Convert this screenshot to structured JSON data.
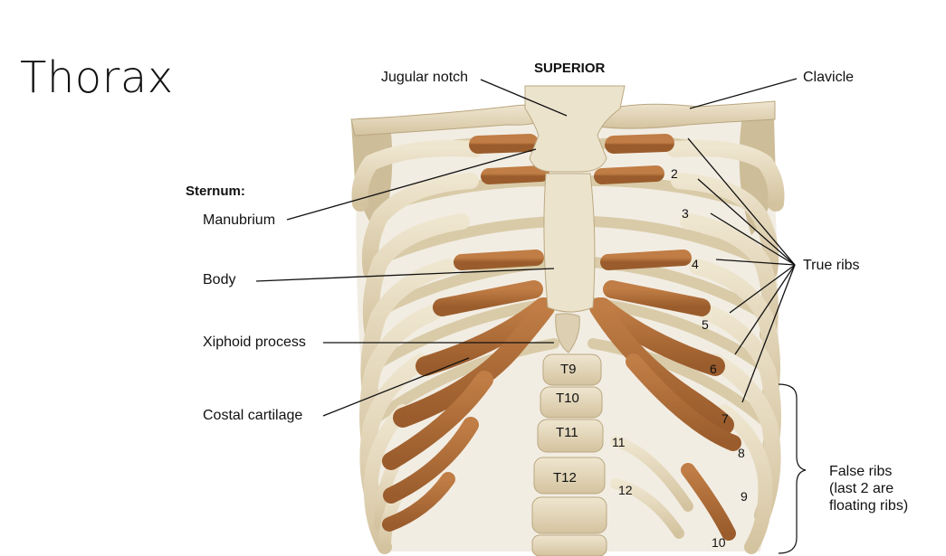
{
  "title": "Thorax",
  "orientation_label": "SUPERIOR",
  "labels": {
    "jugular_notch": "Jugular notch",
    "clavicle": "Clavicle",
    "sternum": "Sternum:",
    "manubrium": "Manubrium",
    "body": "Body",
    "xiphoid": "Xiphoid process",
    "costal_cartilage": "Costal cartilage",
    "true_ribs": "True ribs",
    "false_ribs": "False ribs\n(last 2 are\nfloating ribs)"
  },
  "rib_numbers": [
    "2",
    "3",
    "4",
    "5",
    "6",
    "7",
    "8",
    "9",
    "10",
    "11",
    "12"
  ],
  "vertebrae": [
    "T9",
    "T10",
    "T11",
    "T12"
  ],
  "colors": {
    "bone": "#e8dcc2",
    "bone_shadow": "#c9b894",
    "cartilage": "#b4733c",
    "cartilage_dark": "#8f5427",
    "line": "#111111"
  }
}
